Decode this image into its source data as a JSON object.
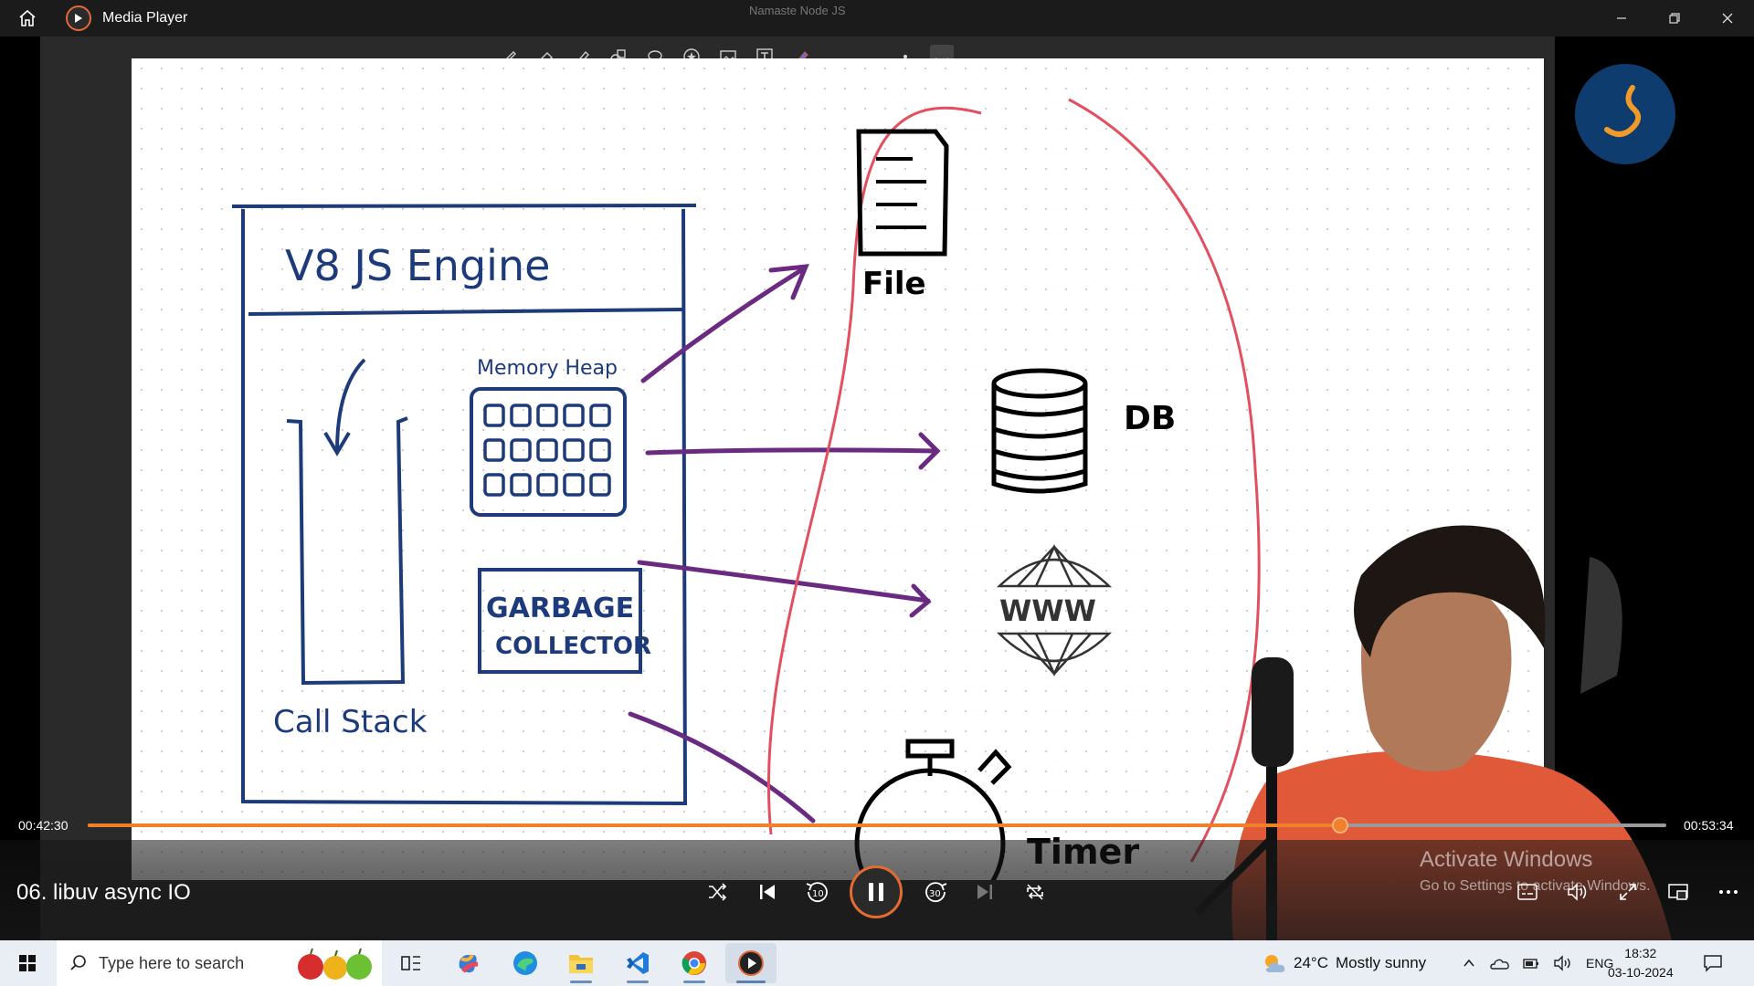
{
  "titlebar": {
    "app_name": "Media Player",
    "center_title": "Namaste Node JS"
  },
  "whiteboard": {
    "engine_title": "V8 JS Engine",
    "memory_heap_label": "Memory Heap",
    "gc_label_line1": "GARBAGE",
    "gc_label_line2": "COLLECTOR",
    "call_stack_label": "Call Stack",
    "file_label": "File",
    "db_label": "DB",
    "www_label": "WWW",
    "timer_label": "Timer"
  },
  "player": {
    "current_time": "00:42:30",
    "total_time": "00:53:34",
    "progress_fraction": 0.7934,
    "title": "06. libuv  async IO",
    "rewind_seconds": "10",
    "forward_seconds": "30"
  },
  "watermark": {
    "line1": "Activate Windows",
    "line2": "Go to Settings to activate Windows."
  },
  "taskbar": {
    "search_placeholder": "Type here to search",
    "weather_temp": "24°C",
    "weather_desc": "Mostly sunny",
    "language": "ENG",
    "time": "18:32",
    "date": "03-10-2024"
  },
  "colors": {
    "accent": "#f0802a",
    "ink_blue": "#1d3b7a",
    "ink_purple": "#6b2a82",
    "highlight_red": "#e25060"
  }
}
